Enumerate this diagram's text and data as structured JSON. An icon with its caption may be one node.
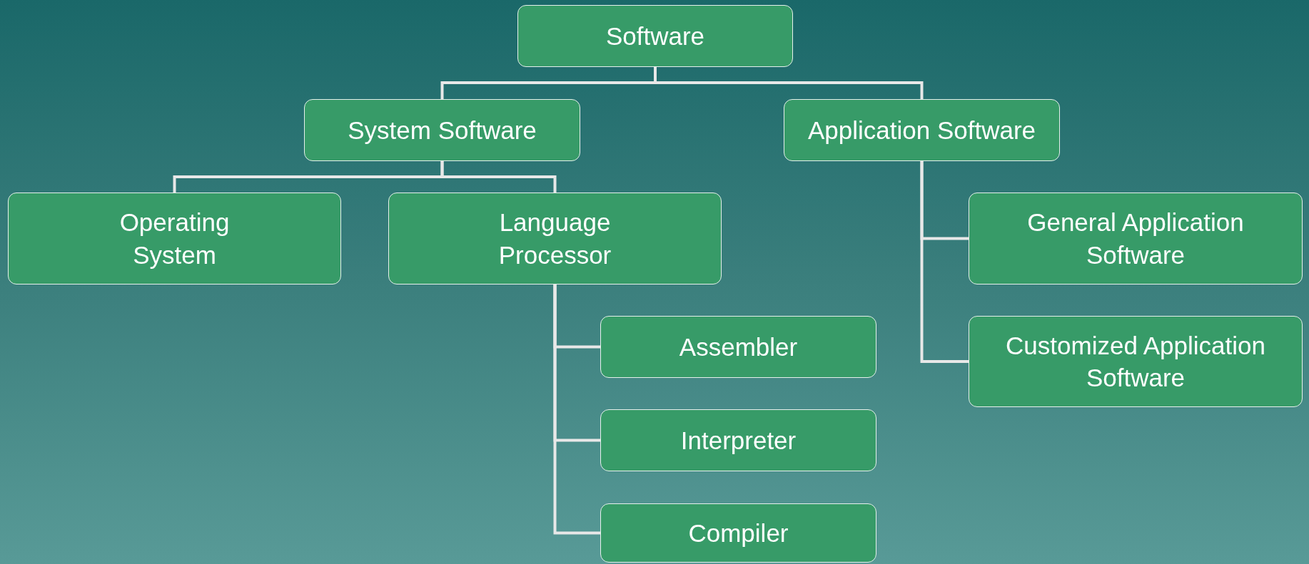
{
  "diagram": {
    "nodes": [
      {
        "text": [
          "Software"
        ]
      },
      {
        "text": [
          "System Software"
        ]
      },
      {
        "text": [
          "Application Software"
        ]
      },
      {
        "text": [
          "Operating System"
        ]
      },
      {
        "text": [
          "Language Processor"
        ]
      },
      {
        "text": [
          "General Application Software"
        ]
      },
      {
        "text": [
          "Customized Application Software"
        ]
      },
      {
        "text": [
          "Assembler"
        ]
      },
      {
        "text": [
          "Interpreter"
        ]
      },
      {
        "text": [
          "Compiler"
        ]
      }
    ],
    "edges": [
      {
        "from": 0,
        "to": 1,
        "arrow": "none"
      },
      {
        "from": 0,
        "to": 2,
        "arrow": "none"
      },
      {
        "from": 1,
        "to": 3,
        "arrow": "none"
      },
      {
        "from": 1,
        "to": 4,
        "arrow": "none"
      },
      {
        "from": 2,
        "to": 5,
        "arrow": "none"
      },
      {
        "from": 2,
        "to": 6,
        "arrow": "none"
      },
      {
        "from": 4,
        "to": 7,
        "arrow": "none"
      },
      {
        "from": 4,
        "to": 8,
        "arrow": "none"
      },
      {
        "from": 4,
        "to": 9,
        "arrow": "none"
      }
    ]
  }
}
